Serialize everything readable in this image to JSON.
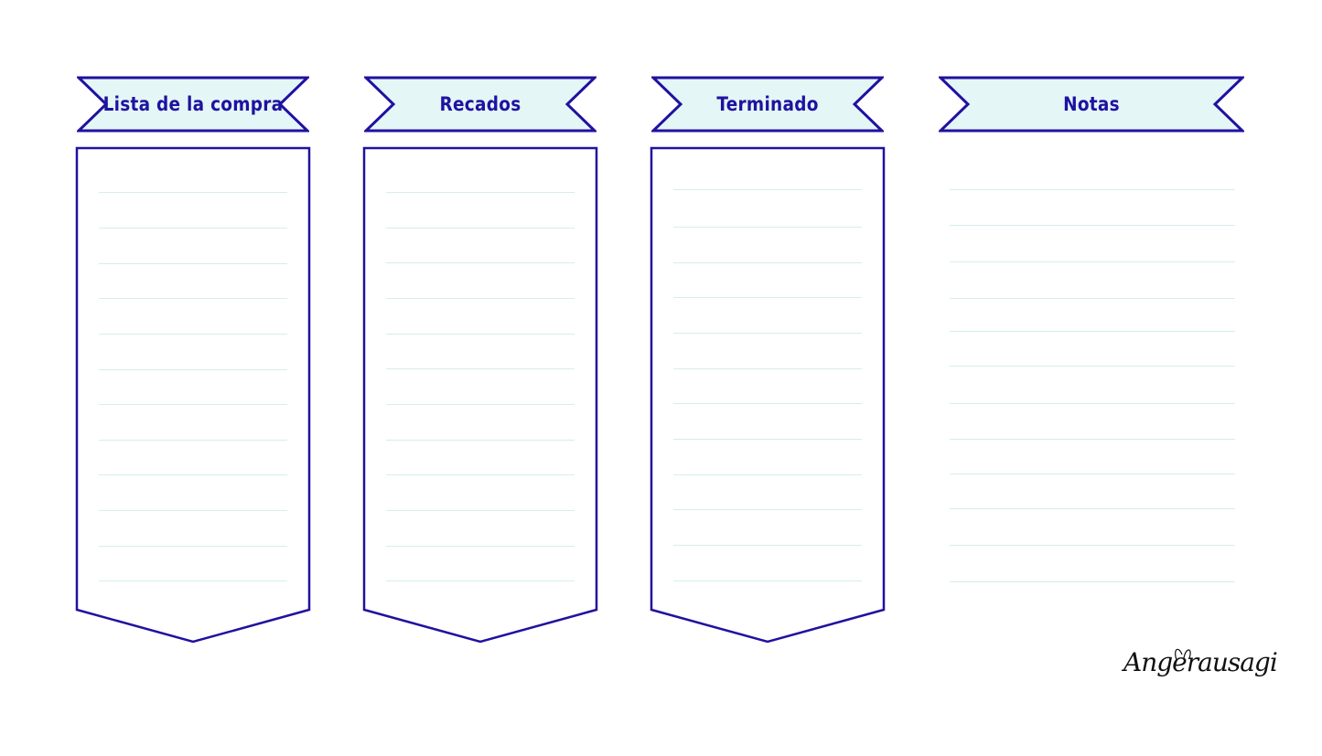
{
  "columns": [
    {
      "title": "Lista de la compra",
      "line_count": 12
    },
    {
      "title": "Recados",
      "line_count": 12
    },
    {
      "title": "Terminado",
      "line_count": 12
    },
    {
      "title": "Notas",
      "line_count": 12
    }
  ],
  "signature": "Angerausagi",
  "colors": {
    "outline": "#1f12a0",
    "banner_fill": "#e4f6f6",
    "rule_line": "#d3efee",
    "background": "#ffffff"
  }
}
